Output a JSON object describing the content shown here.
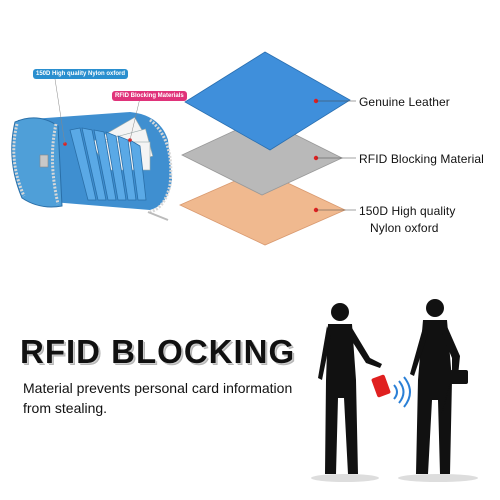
{
  "wallet": {
    "tag_oxford": "150D High quality Nylon oxford",
    "tag_rfid": "RFID Blocking Materials"
  },
  "layers": [
    {
      "label": "Genuine Leather",
      "color": "#3f8fdb"
    },
    {
      "label": "RFID Blocking Material",
      "color": "#b9b9b9"
    },
    {
      "label_line1": "150D High quality",
      "label_line2": "Nylon oxford",
      "color": "#f0b98f"
    }
  ],
  "headline": "RFID BLOCKING",
  "subtext": "Material prevents personal card information from stealing.",
  "colors": {
    "accent_red": "#e02020",
    "wallet_blue": "#4f9fd8",
    "signal_blue": "#2a7fd6"
  }
}
